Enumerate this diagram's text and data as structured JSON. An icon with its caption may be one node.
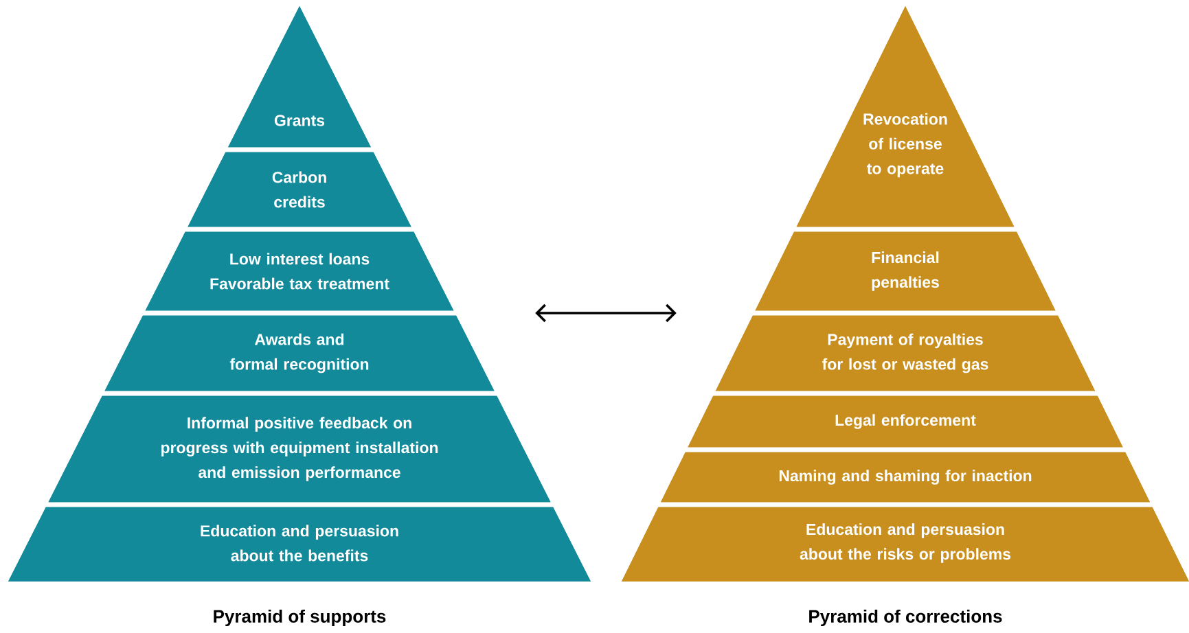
{
  "diagram": {
    "nodes": [
      {
        "text": [
          "Pyramid of supports"
        ]
      },
      {
        "text": [
          "Grants"
        ],
        "in": 0
      },
      {
        "text": [
          "Carbon credits"
        ],
        "in": 0
      },
      {
        "text": [
          "Low interest loans Favorable tax treatment"
        ],
        "in": 0
      },
      {
        "text": [
          "Awards and formal recognition"
        ],
        "in": 0
      },
      {
        "text": [
          "Informal positive feedback on progress with equipment installation and emission performance"
        ],
        "in": 0
      },
      {
        "text": [
          "Education and persuasion about the benefits"
        ],
        "in": 0
      },
      {
        "text": [
          "Pyramid of corrections"
        ]
      },
      {
        "text": [
          "Revocation of license to operate"
        ],
        "in": 7
      },
      {
        "text": [
          "Financial penalties"
        ],
        "in": 7
      },
      {
        "text": [
          "Payment of royalties for lost or wasted gas"
        ],
        "in": 7
      },
      {
        "text": [
          "Legal enforcement"
        ],
        "in": 7
      },
      {
        "text": [
          "Naming and shaming for inaction"
        ],
        "in": 7
      },
      {
        "text": [
          "Education and persuasion about the risks or problems"
        ],
        "in": 7
      }
    ],
    "edges": [
      {
        "from": 0,
        "to": 7,
        "arrow": "both"
      }
    ]
  }
}
